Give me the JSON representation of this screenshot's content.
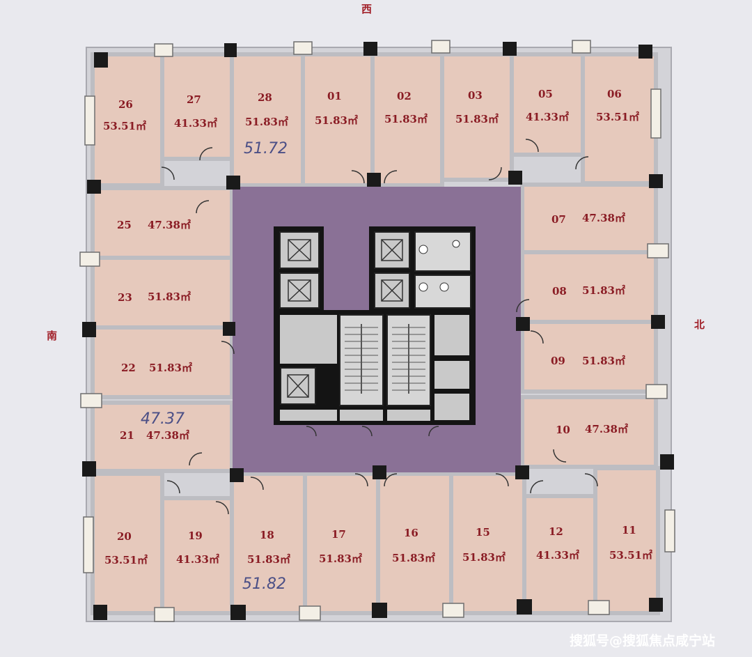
{
  "directions": {
    "west": "西",
    "south": "南",
    "north": "北"
  },
  "units": [
    {
      "num": "26",
      "area": "53.51㎡"
    },
    {
      "num": "27",
      "area": "41.33㎡"
    },
    {
      "num": "28",
      "area": "51.83㎡"
    },
    {
      "num": "01",
      "area": "51.83㎡"
    },
    {
      "num": "02",
      "area": "51.83㎡"
    },
    {
      "num": "03",
      "area": "51.83㎡"
    },
    {
      "num": "05",
      "area": "41.33㎡"
    },
    {
      "num": "06",
      "area": "53.51㎡"
    },
    {
      "num": "07",
      "area": "47.38㎡"
    },
    {
      "num": "08",
      "area": "51.83㎡"
    },
    {
      "num": "09",
      "area": "51.83㎡"
    },
    {
      "num": "10",
      "area": "47.38㎡"
    },
    {
      "num": "11",
      "area": "53.51㎡"
    },
    {
      "num": "12",
      "area": "41.33㎡"
    },
    {
      "num": "15",
      "area": "51.83㎡"
    },
    {
      "num": "16",
      "area": "51.83㎡"
    },
    {
      "num": "17",
      "area": "51.83㎡"
    },
    {
      "num": "18",
      "area": "51.83㎡"
    },
    {
      "num": "19",
      "area": "41.33㎡"
    },
    {
      "num": "20",
      "area": "53.51㎡"
    },
    {
      "num": "21",
      "area": "47.38㎡"
    },
    {
      "num": "22",
      "area": "51.83㎡"
    },
    {
      "num": "23",
      "area": "51.83㎡"
    },
    {
      "num": "25",
      "area": "47.38㎡"
    }
  ],
  "handwritten": [
    "51.72",
    "47.37",
    "51.82"
  ],
  "watermark": "搜狐号@搜狐焦点咸宁站",
  "colors": {
    "unit_fill": "#e6c9bc",
    "corridor": "#8a7196",
    "core": "#111111",
    "core_room": "#c9c9c9",
    "wall": "#cfcfd3",
    "text": "#8a1c24"
  }
}
